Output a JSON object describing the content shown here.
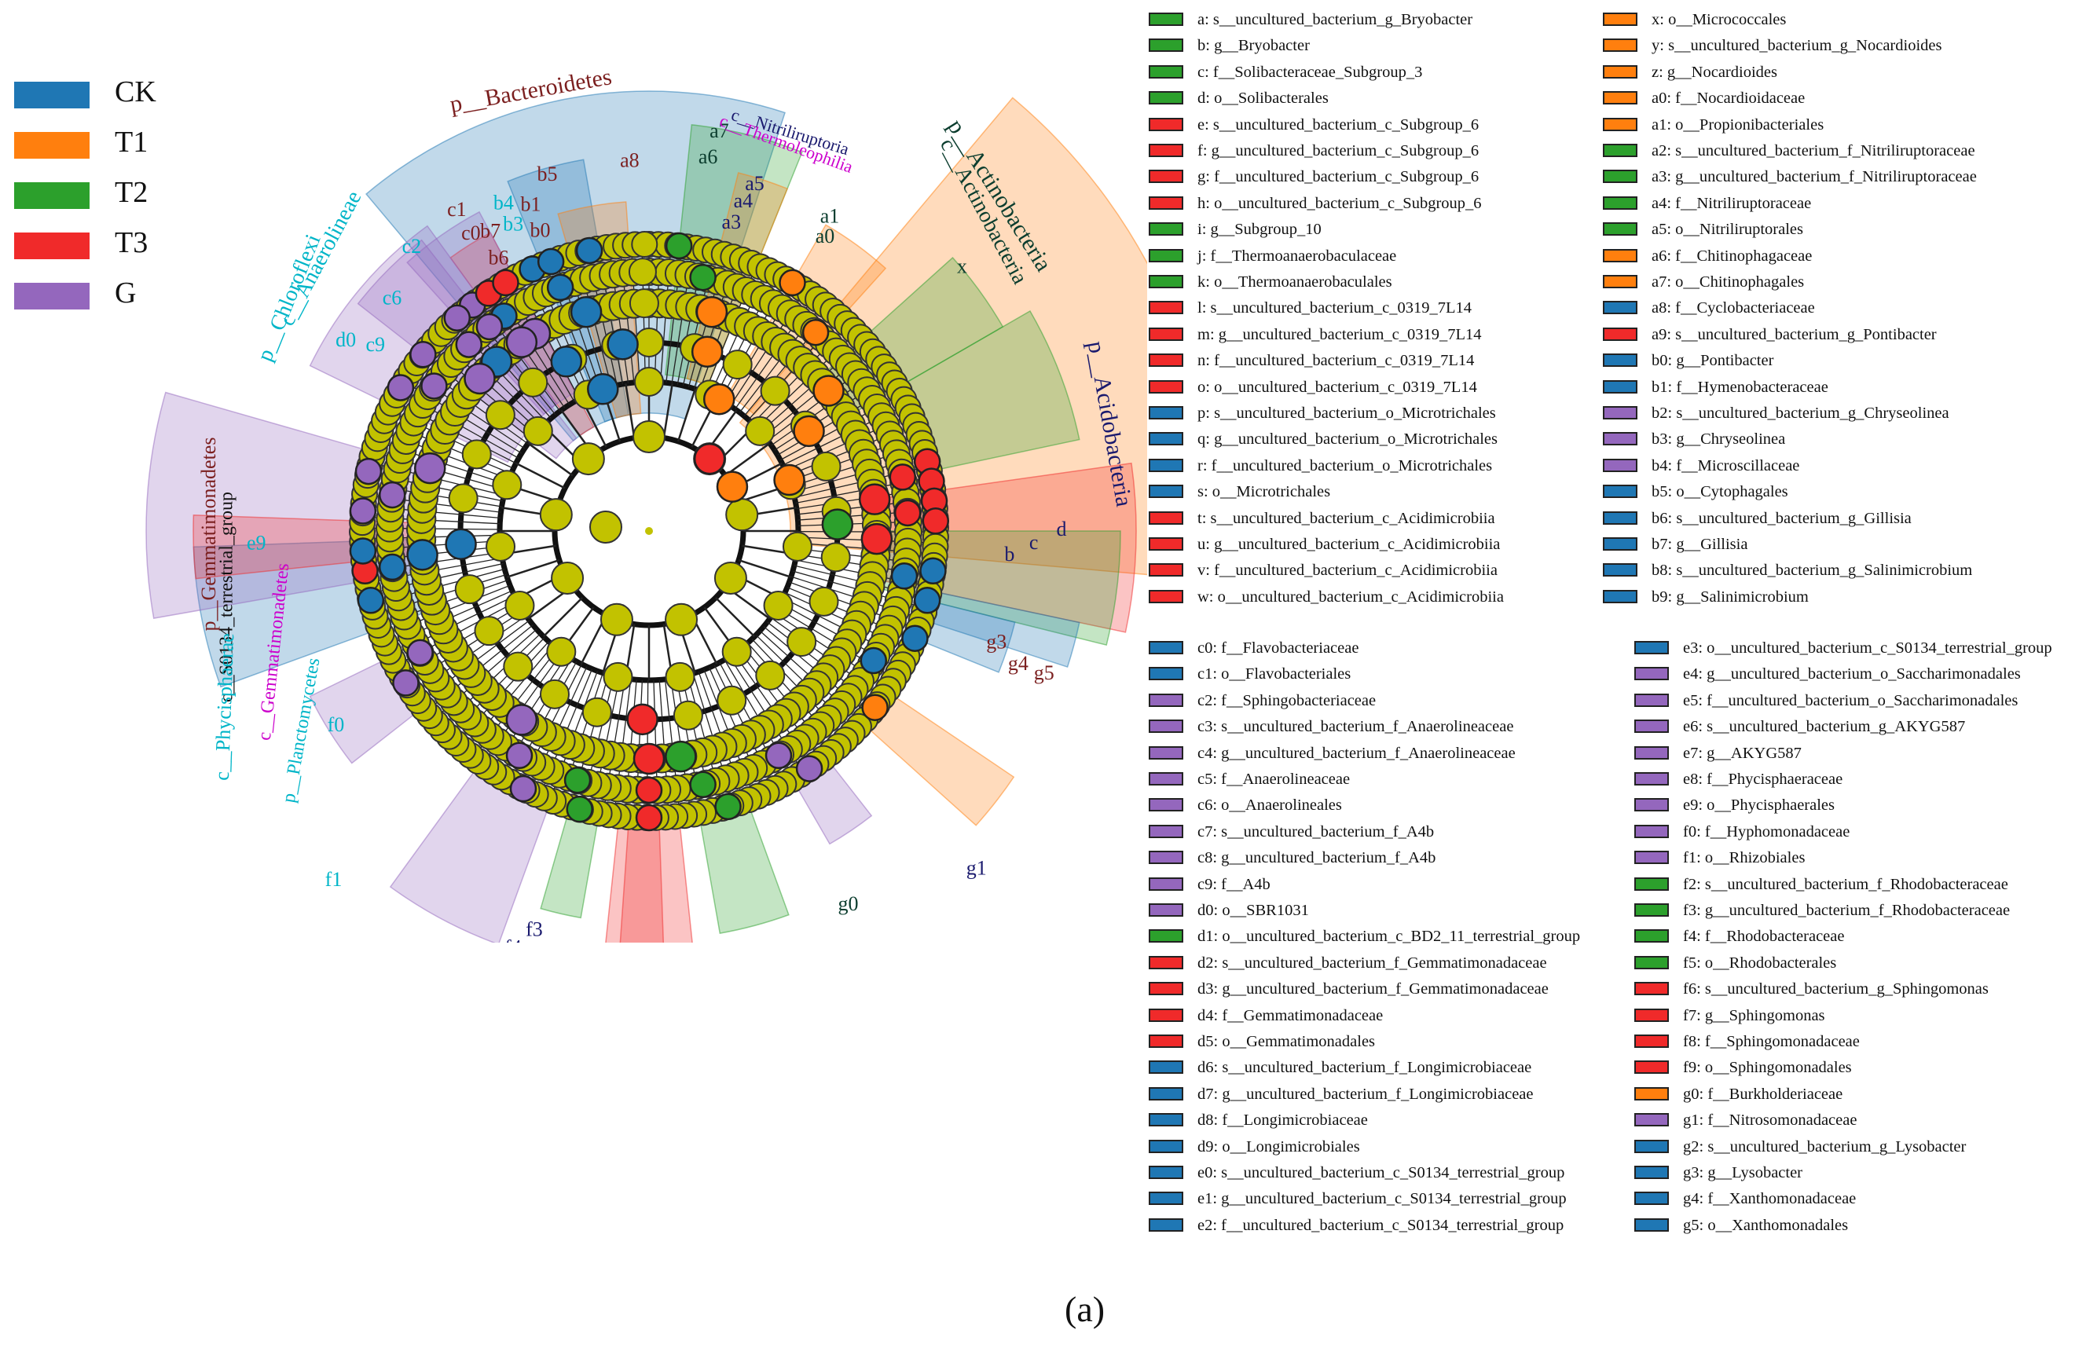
{
  "group_legend": [
    {
      "label": "CK",
      "color": "#1f77b4"
    },
    {
      "label": "T1",
      "color": "#ff7f0e"
    },
    {
      "label": "T2",
      "color": "#2ca02c"
    },
    {
      "label": "T3",
      "color": "#f02a2a"
    },
    {
      "label": "G",
      "color": "#9467bd"
    }
  ],
  "colors": {
    "node_default": "#c2c200",
    "CK": "#1f77b4",
    "T1": "#ff7f0e",
    "T2": "#2ca02c",
    "T3": "#f02a2a",
    "G": "#9467bd"
  },
  "clade_labels": [
    {
      "text": "p__Bacteroidetes",
      "color": "#7b1f1f"
    },
    {
      "text": "c__Nitriliruptoria",
      "color": "#1a1a6e"
    },
    {
      "text": "c__Thermoleophilia",
      "color": "#cc00cc"
    },
    {
      "text": "p__Actinobacteria",
      "color": "#0b3d2e"
    },
    {
      "text": "c__Actinobacteria",
      "color": "#0b3d2e"
    },
    {
      "text": "p__Acidobacteria",
      "color": "#1a1a6e"
    },
    {
      "text": "p__Chloroflexi",
      "color": "#00b5c8"
    },
    {
      "text": "c__Anaerolineae",
      "color": "#00b5c8"
    },
    {
      "text": "p__Gemmatimonadetes",
      "color": "#7b1f1f"
    },
    {
      "text": "c__S0134_terrestrial_group",
      "color": "#111111"
    },
    {
      "text": "c__Gemmatimonadetes",
      "color": "#cc00cc"
    },
    {
      "text": "c__Phycisphaerae",
      "color": "#00b5c8"
    },
    {
      "text": "p__Planctomycetes",
      "color": "#00b5c8"
    }
  ],
  "key_top": [
    [
      {
        "key": "a",
        "name": "s__uncultured_bacterium_g_Bryobacter",
        "group": "T2"
      },
      {
        "key": "b",
        "name": "g__Bryobacter",
        "group": "T2"
      },
      {
        "key": "c",
        "name": "f__Solibacteraceae_Subgroup_3",
        "group": "T2"
      },
      {
        "key": "d",
        "name": "o__Solibacterales",
        "group": "T2"
      },
      {
        "key": "e",
        "name": "s__uncultured_bacterium_c_Subgroup_6",
        "group": "T3"
      },
      {
        "key": "f",
        "name": "g__uncultured_bacterium_c_Subgroup_6",
        "group": "T3"
      },
      {
        "key": "g",
        "name": "f__uncultured_bacterium_c_Subgroup_6",
        "group": "T3"
      },
      {
        "key": "h",
        "name": "o__uncultured_bacterium_c_Subgroup_6",
        "group": "T3"
      },
      {
        "key": "i",
        "name": "g__Subgroup_10",
        "group": "T2"
      },
      {
        "key": "j",
        "name": "f__Thermoanaerobaculaceae",
        "group": "T2"
      },
      {
        "key": "k",
        "name": "o__Thermoanaerobaculales",
        "group": "T2"
      },
      {
        "key": "l",
        "name": "s__uncultured_bacterium_c_0319_7L14",
        "group": "T3"
      },
      {
        "key": "m",
        "name": "g__uncultured_bacterium_c_0319_7L14",
        "group": "T3"
      },
      {
        "key": "n",
        "name": "f__uncultured_bacterium_c_0319_7L14",
        "group": "T3"
      },
      {
        "key": "o",
        "name": "o__uncultured_bacterium_c_0319_7L14",
        "group": "T3"
      },
      {
        "key": "p",
        "name": "s__uncultured_bacterium_o_Microtrichales",
        "group": "CK"
      },
      {
        "key": "q",
        "name": "g__uncultured_bacterium_o_Microtrichales",
        "group": "CK"
      },
      {
        "key": "r",
        "name": "f__uncultured_bacterium_o_Microtrichales",
        "group": "CK"
      },
      {
        "key": "s",
        "name": "o__Microtrichales",
        "group": "CK"
      },
      {
        "key": "t",
        "name": "s__uncultured_bacterium_c_Acidimicrobiia",
        "group": "T3"
      },
      {
        "key": "u",
        "name": "g__uncultured_bacterium_c_Acidimicrobiia",
        "group": "T3"
      },
      {
        "key": "v",
        "name": "f__uncultured_bacterium_c_Acidimicrobiia",
        "group": "T3"
      },
      {
        "key": "w",
        "name": "o__uncultured_bacterium_c_Acidimicrobiia",
        "group": "T3"
      }
    ],
    [
      {
        "key": "x",
        "name": "o__Micrococcales",
        "group": "T1"
      },
      {
        "key": "y",
        "name": "s__uncultured_bacterium_g_Nocardioides",
        "group": "T1"
      },
      {
        "key": "z",
        "name": "g__Nocardioides",
        "group": "T1"
      },
      {
        "key": "a0",
        "name": "f__Nocardioidaceae",
        "group": "T1"
      },
      {
        "key": "a1",
        "name": "o__Propionibacteriales",
        "group": "T1"
      },
      {
        "key": "a2",
        "name": "s__uncultured_bacterium_f_Nitriliruptoraceae",
        "group": "T2"
      },
      {
        "key": "a3",
        "name": "g__uncultured_bacterium_f_Nitriliruptoraceae",
        "group": "T2"
      },
      {
        "key": "a4",
        "name": "f__Nitriliruptoraceae",
        "group": "T2"
      },
      {
        "key": "a5",
        "name": "o__Nitriliruptorales",
        "group": "T2"
      },
      {
        "key": "a6",
        "name": "f__Chitinophagaceae",
        "group": "T1"
      },
      {
        "key": "a7",
        "name": "o__Chitinophagales",
        "group": "T1"
      },
      {
        "key": "a8",
        "name": "f__Cyclobacteriaceae",
        "group": "CK"
      },
      {
        "key": "a9",
        "name": "s__uncultured_bacterium_g_Pontibacter",
        "group": "T3"
      },
      {
        "key": "b0",
        "name": "g__Pontibacter",
        "group": "CK"
      },
      {
        "key": "b1",
        "name": "f__Hymenobacteraceae",
        "group": "CK"
      },
      {
        "key": "b2",
        "name": "s__uncultured_bacterium_g_Chryseolinea",
        "group": "G"
      },
      {
        "key": "b3",
        "name": "g__Chryseolinea",
        "group": "G"
      },
      {
        "key": "b4",
        "name": "f__Microscillaceae",
        "group": "G"
      },
      {
        "key": "b5",
        "name": "o__Cytophagales",
        "group": "CK"
      },
      {
        "key": "b6",
        "name": "s__uncultured_bacterium_g_Gillisia",
        "group": "CK"
      },
      {
        "key": "b7",
        "name": "g__Gillisia",
        "group": "CK"
      },
      {
        "key": "b8",
        "name": "s__uncultured_bacterium_g_Salinimicrobium",
        "group": "CK"
      },
      {
        "key": "b9",
        "name": "g__Salinimicrobium",
        "group": "CK"
      }
    ]
  ],
  "key_bottom": [
    [
      {
        "key": "c0",
        "name": "f__Flavobacteriaceae",
        "group": "CK"
      },
      {
        "key": "c1",
        "name": "o__Flavobacteriales",
        "group": "CK"
      },
      {
        "key": "c2",
        "name": "f__Sphingobacteriaceae",
        "group": "G"
      },
      {
        "key": "c3",
        "name": "s__uncultured_bacterium_f_Anaerolineaceae",
        "group": "G"
      },
      {
        "key": "c4",
        "name": "g__uncultured_bacterium_f_Anaerolineaceae",
        "group": "G"
      },
      {
        "key": "c5",
        "name": "f__Anaerolineaceae",
        "group": "G"
      },
      {
        "key": "c6",
        "name": "o__Anaerolineales",
        "group": "G"
      },
      {
        "key": "c7",
        "name": "s__uncultured_bacterium_f_A4b",
        "group": "G"
      },
      {
        "key": "c8",
        "name": "g__uncultured_bacterium_f_A4b",
        "group": "G"
      },
      {
        "key": "c9",
        "name": "f__A4b",
        "group": "G"
      },
      {
        "key": "d0",
        "name": "o__SBR1031",
        "group": "G"
      },
      {
        "key": "d1",
        "name": "o__uncultured_bacterium_c_BD2_11_terrestrial_group",
        "group": "T2"
      },
      {
        "key": "d2",
        "name": "s__uncultured_bacterium_f_Gemmatimonadaceae",
        "group": "T3"
      },
      {
        "key": "d3",
        "name": "g__uncultured_bacterium_f_Gemmatimonadaceae",
        "group": "T3"
      },
      {
        "key": "d4",
        "name": "f__Gemmatimonadaceae",
        "group": "T3"
      },
      {
        "key": "d5",
        "name": "o__Gemmatimonadales",
        "group": "T3"
      },
      {
        "key": "d6",
        "name": "s__uncultured_bacterium_f_Longimicrobiaceae",
        "group": "CK"
      },
      {
        "key": "d7",
        "name": "g__uncultured_bacterium_f_Longimicrobiaceae",
        "group": "CK"
      },
      {
        "key": "d8",
        "name": "f__Longimicrobiaceae",
        "group": "CK"
      },
      {
        "key": "d9",
        "name": "o__Longimicrobiales",
        "group": "CK"
      },
      {
        "key": "e0",
        "name": "s__uncultured_bacterium_c_S0134_terrestrial_group",
        "group": "CK"
      },
      {
        "key": "e1",
        "name": "g__uncultured_bacterium_c_S0134_terrestrial_group",
        "group": "CK"
      },
      {
        "key": "e2",
        "name": "f__uncultured_bacterium_c_S0134_terrestrial_group",
        "group": "CK"
      }
    ],
    [
      {
        "key": "e3",
        "name": "o__uncultured_bacterium_c_S0134_terrestrial_group",
        "group": "CK"
      },
      {
        "key": "e4",
        "name": "g__uncultured_bacterium_o_Saccharimonadales",
        "group": "G"
      },
      {
        "key": "e5",
        "name": "f__uncultured_bacterium_o_Saccharimonadales",
        "group": "G"
      },
      {
        "key": "e6",
        "name": "s__uncultured_bacterium_g_AKYG587",
        "group": "G"
      },
      {
        "key": "e7",
        "name": "g__AKYG587",
        "group": "G"
      },
      {
        "key": "e8",
        "name": "f__Phycisphaeraceae",
        "group": "G"
      },
      {
        "key": "e9",
        "name": "o__Phycisphaerales",
        "group": "G"
      },
      {
        "key": "f0",
        "name": "f__Hyphomonadaceae",
        "group": "G"
      },
      {
        "key": "f1",
        "name": "o__Rhizobiales",
        "group": "G"
      },
      {
        "key": "f2",
        "name": "s__uncultured_bacterium_f_Rhodobacteraceae",
        "group": "T2"
      },
      {
        "key": "f3",
        "name": "g__uncultured_bacterium_f_Rhodobacteraceae",
        "group": "T2"
      },
      {
        "key": "f4",
        "name": "f__Rhodobacteraceae",
        "group": "T2"
      },
      {
        "key": "f5",
        "name": "o__Rhodobacterales",
        "group": "T2"
      },
      {
        "key": "f6",
        "name": "s__uncultured_bacterium_g_Sphingomonas",
        "group": "T3"
      },
      {
        "key": "f7",
        "name": "g__Sphingomonas",
        "group": "T3"
      },
      {
        "key": "f8",
        "name": "f__Sphingomonadaceae",
        "group": "T3"
      },
      {
        "key": "f9",
        "name": "o__Sphingomonadales",
        "group": "T3"
      },
      {
        "key": "g0",
        "name": "f__Burkholderiaceae",
        "group": "T1"
      },
      {
        "key": "g1",
        "name": "f__Nitrosomonadaceae",
        "group": "G"
      },
      {
        "key": "g2",
        "name": "s__uncultured_bacterium_g_Lysobacter",
        "group": "CK"
      },
      {
        "key": "g3",
        "name": "g__Lysobacter",
        "group": "CK"
      },
      {
        "key": "g4",
        "name": "f__Xanthomonadaceae",
        "group": "CK"
      },
      {
        "key": "g5",
        "name": "o__Xanthomonadales",
        "group": "CK"
      }
    ]
  ],
  "panel_label": "(a)"
}
